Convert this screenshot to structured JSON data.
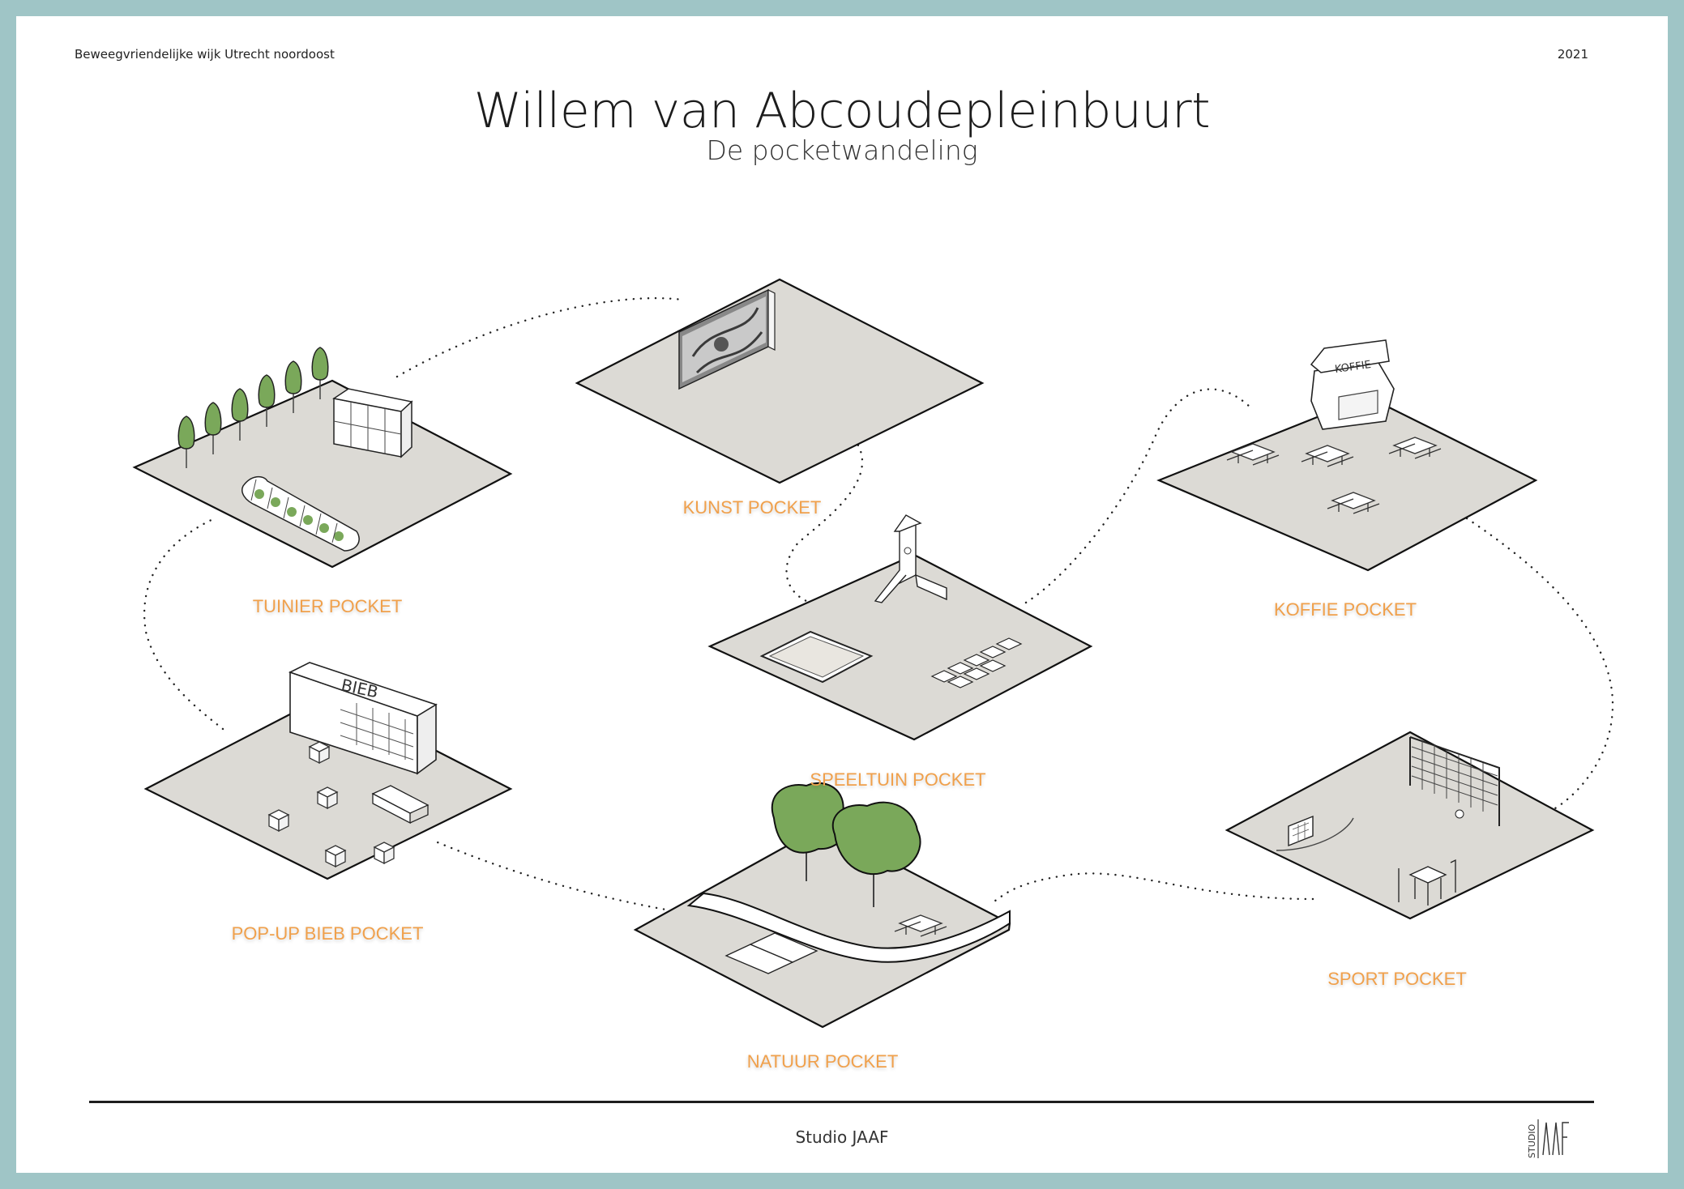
{
  "header": {
    "project": "Beweegvriendelijke wijk Utrecht noordoost",
    "year": "2021",
    "title": "Willem van Abcoudepleinbuurt",
    "subtitle": "De  pocketwandeling"
  },
  "pockets": {
    "kunst": "KUNST POCKET",
    "tuinier": "TUINIER POCKET",
    "koffie": "KOFFIE POCKET",
    "speeltuin": "SPEELTUIN POCKET",
    "bieb": "POP-UP BIEB POCKET",
    "sport": "SPORT POCKET",
    "natuur": "NATUUR POCKET"
  },
  "signs": {
    "koffie": "KOFFIE",
    "bieb": "BIEB"
  },
  "footer": {
    "studio": "Studio JAAF",
    "logo": "STUDIO JAAF"
  },
  "colors": {
    "frame": "#9fc5c6",
    "platform": "#dcdad5",
    "label": "#f0a04b",
    "tree": "#7aa85a"
  }
}
